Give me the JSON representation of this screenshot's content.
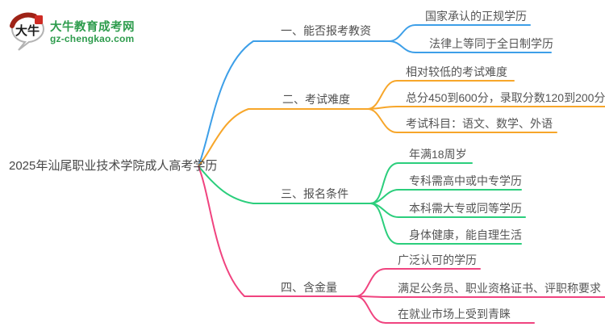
{
  "page": {
    "background": "#ffffff"
  },
  "logo": {
    "mark_text": "大牛",
    "title": "大牛教育成考网",
    "subtitle": "gz-chengkao.com",
    "colors": {
      "brand_green": "#2e9c4d",
      "seal_red": "#cf2b24",
      "arc_red": "#9e2317",
      "bubble_stroke": "#b3b3b3"
    }
  },
  "mindmap": {
    "root": {
      "label": "2025年汕尾职业技术学院成人高考学历"
    },
    "colors": {
      "branch1_blue": "#3d9fe8",
      "branch2_orange": "#f7a62a",
      "branch3_green": "#2bce7c",
      "bran4_pink_unused": "",
      "branch4_pink": "#f0437f",
      "node_text": "#4f4f4f"
    },
    "branches": [
      {
        "label": "一、能否报考教资",
        "children": [
          "国家承认的正规学历",
          "法律上等同于全日制学历"
        ]
      },
      {
        "label": "二、考试难度",
        "children": [
          "相对较低的考试难度",
          "总分450到600分，录取分数120到200分",
          "考试科目：语文、数学、外语"
        ]
      },
      {
        "label": "三、报名条件",
        "children": [
          "年满18周岁",
          "专科需高中或中专学历",
          "本科需大专或同等学历",
          "身体健康，能自理生活"
        ]
      },
      {
        "label": "四、含金量",
        "children": [
          "广泛认可的学历",
          "满足公务员、职业资格证书、评职称要求",
          "在就业市场上受到青睐"
        ]
      }
    ]
  }
}
